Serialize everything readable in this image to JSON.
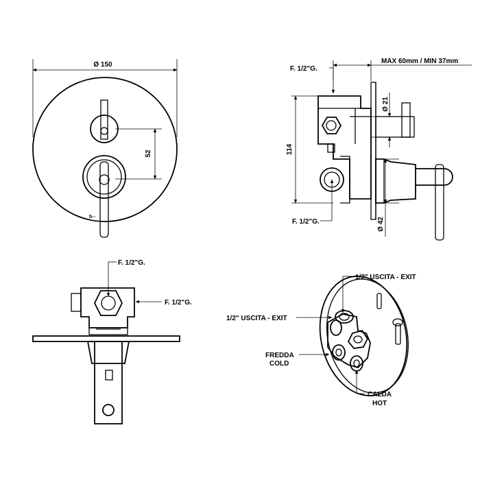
{
  "drawing": {
    "line_color": "#000000",
    "background": "#ffffff"
  },
  "front_view": {
    "diameter_label": "Ø 150",
    "height_label": "52"
  },
  "side_view": {
    "inlet_top_label": "F. 1/2\"G.",
    "inlet_bottom_label": "F. 1/2\"G.",
    "depth_label": "MAX 60mm / MIN 37mm",
    "height_label": "114",
    "small_diameter_label": "Ø 21",
    "large_diameter_label": "Ø 42"
  },
  "top_view": {
    "inlet_top_label": "F. 1/2\"G.",
    "inlet_side_label": "F. 1/2\"G."
  },
  "iso_view": {
    "exit_top_label": "1/2\" USCITA - EXIT",
    "exit_left_label": "1/2\" USCITA - EXIT",
    "cold_label_1": "FREDDA",
    "cold_label_2": "COLD",
    "hot_label_1": "CALDA",
    "hot_label_2": "HOT"
  }
}
